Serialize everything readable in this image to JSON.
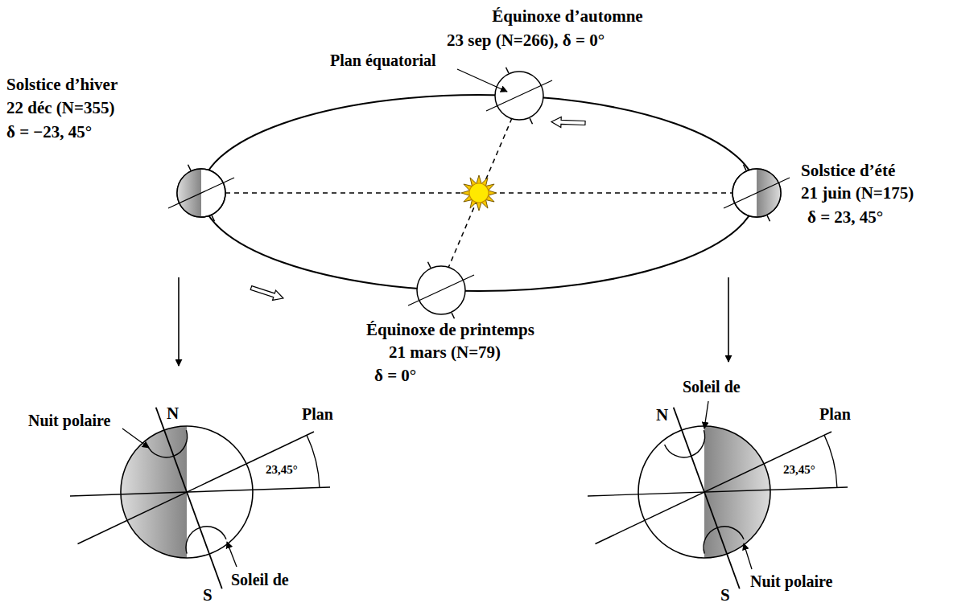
{
  "diagram": {
    "labels": [
      "Équinoxe d’automne",
      "23 sep (N=266), δ = 0°",
      "Plan équatorial",
      "Solstice d’hiver",
      "22 déc (N=355)",
      "δ = −23, 45°",
      "Solstice d’été",
      "21 juin (N=175)",
      "δ = 23, 45°",
      "Équinoxe de printemps",
      "21 mars (N=79)",
      "δ = 0°",
      "Nuit polaire",
      "N",
      "Plan",
      "23,45°",
      "Soleil de",
      "S",
      "Soleil de",
      "N",
      "Plan",
      "23,45°",
      "Nuit polaire",
      "S"
    ]
  }
}
